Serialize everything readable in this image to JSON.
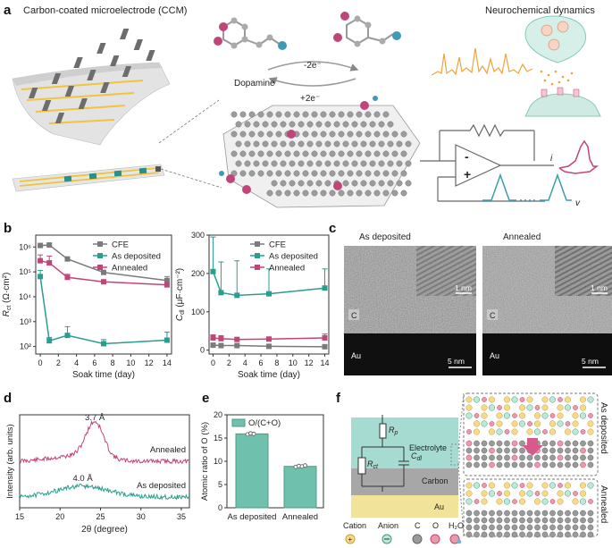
{
  "panel_letters": [
    "a",
    "b",
    "c",
    "d",
    "e",
    "f"
  ],
  "panel_a": {
    "ccm_title": "Carbon-coated microelectrode (CCM)",
    "neuro_title": "Neurochemical dynamics",
    "dopamine_label": "Dopamine",
    "oxidation_label": "-2e⁻",
    "reduction_label": "+2e⁻",
    "amp_minus": "-",
    "amp_plus": "+",
    "current_label": "i",
    "voltage_label": "v",
    "colors": {
      "green": "#2a9d8f",
      "pink": "#c2457a",
      "gold": "#f0c43c",
      "orange": "#f3a33a",
      "teal": "#3e9bb4"
    }
  },
  "panel_c": {
    "left_title": "As deposited",
    "right_title": "Annealed",
    "inset_scale": "1 nm",
    "scale": "5 nm",
    "carbon_label": "C",
    "gold_label": "Au"
  },
  "panel_f": {
    "rp_label": "R",
    "rp_sub": "p",
    "rct_label": "R",
    "rct_sub": "ct",
    "cdl_label": "C",
    "cdl_sub": "dl",
    "electrolyte": "Electrolyte",
    "carbon": "Carbon",
    "gold": "Au",
    "side_top": "As deposited",
    "side_bottom": "Annealed",
    "legend": [
      "Cation",
      "Anion",
      "C",
      "O",
      "H₂O"
    ]
  },
  "chart_data": [
    {
      "id": "b-left",
      "type": "line",
      "xlabel": "Soak time (day)",
      "ylabel": "R",
      "ylabel_sub": "ct",
      "ylabel_unit": " (Ω·cm²)",
      "yscale": "log",
      "xlim": [
        -0.5,
        14.5
      ],
      "ylim": [
        50,
        3000000
      ],
      "xticks": [
        "0",
        "2",
        "4",
        "6",
        "8",
        "10",
        "12",
        "14"
      ],
      "yticks": [
        "10²",
        "10³",
        "10⁴",
        "10⁵",
        "10⁶"
      ],
      "legend": "top-right",
      "series": [
        {
          "name": "CFE",
          "color": "#7a7a7a",
          "x": [
            0,
            1,
            3,
            7,
            14
          ],
          "y": [
            1150000,
            1200000,
            330000,
            95000,
            45000
          ],
          "err": [
            0,
            0,
            0,
            20000,
            20000
          ]
        },
        {
          "name": "As deposited",
          "color": "#2a9d8f",
          "x": [
            0,
            1,
            3,
            7,
            14
          ],
          "y": [
            65000,
            170,
            280,
            130,
            180
          ],
          "err": [
            50000,
            60,
            350,
            60,
            200
          ]
        },
        {
          "name": "Annealed",
          "color": "#c2457a",
          "x": [
            0,
            1,
            3,
            7,
            14
          ],
          "y": [
            280000,
            230000,
            60000,
            40000,
            30000
          ],
          "err": [
            200000,
            200000,
            20000,
            0,
            0
          ]
        }
      ]
    },
    {
      "id": "b-right",
      "type": "line",
      "xlabel": "Soak time (day)",
      "ylabel": "C",
      "ylabel_sub": "dl",
      "ylabel_unit": " (μF·cm⁻²)",
      "xlim": [
        -0.5,
        14.5
      ],
      "ylim": [
        -10,
        300
      ],
      "xticks": [
        "0",
        "2",
        "4",
        "6",
        "8",
        "10",
        "12",
        "14"
      ],
      "yticks": [
        "0",
        "100",
        "200",
        "300"
      ],
      "legend": "top-right",
      "series": [
        {
          "name": "CFE",
          "color": "#7a7a7a",
          "x": [
            0,
            1,
            3,
            7,
            14
          ],
          "y": [
            13,
            12,
            12,
            10,
            9
          ],
          "err": [
            0,
            0,
            0,
            0,
            0
          ]
        },
        {
          "name": "As deposited",
          "color": "#2a9d8f",
          "x": [
            0,
            1,
            3,
            7,
            14
          ],
          "y": [
            205,
            150,
            143,
            147,
            162
          ],
          "err": [
            90,
            80,
            90,
            65,
            50
          ]
        },
        {
          "name": "Annealed",
          "color": "#c2457a",
          "x": [
            0,
            1,
            3,
            7,
            14
          ],
          "y": [
            32,
            30,
            28,
            29,
            32
          ],
          "err": [
            8,
            8,
            5,
            5,
            10
          ]
        }
      ]
    },
    {
      "id": "d",
      "type": "line",
      "xlabel": "2θ (degree)",
      "ylabel": "Intensity (arb. units)",
      "xlim": [
        15,
        36
      ],
      "xticks": [
        "15",
        "20",
        "25",
        "30",
        "35"
      ],
      "series": [
        {
          "name": "Annealed",
          "color": "#c2457a",
          "peak": 24.3,
          "peak_label": "3.7 Å"
        },
        {
          "name": "As deposited",
          "color": "#2a9d8f",
          "peak": 22.8,
          "peak_label": "4.0 Å"
        }
      ]
    },
    {
      "id": "e",
      "type": "bar",
      "ylabel": "Atomic ratio of O (%)",
      "categories": [
        "As deposited",
        "Annealed"
      ],
      "values": [
        15.9,
        8.9
      ],
      "points": [
        [
          15.8,
          16.0,
          15.9
        ],
        [
          8.8,
          9.0,
          8.9,
          9.1
        ]
      ],
      "ylim": [
        0,
        20
      ],
      "yticks": [
        "0",
        "5",
        "10",
        "15",
        "20"
      ],
      "legend": [
        "O/(C+O)"
      ],
      "color": "#6fc1ae"
    }
  ]
}
